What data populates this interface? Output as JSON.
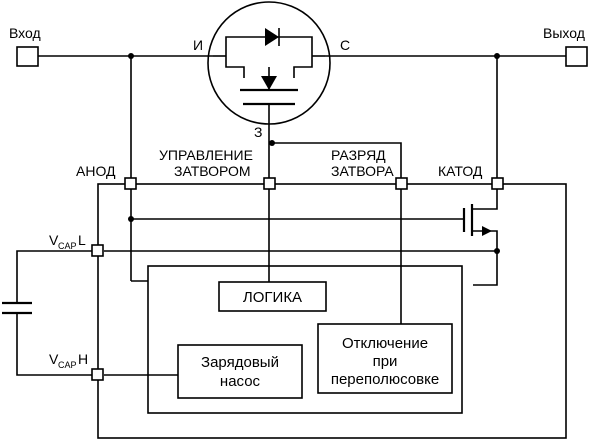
{
  "labels": {
    "input": "Вход",
    "output": "Выход",
    "source": "И",
    "drain": "С",
    "gate": "З",
    "anode": "АНОД",
    "gate_control_1": "УПРАВЛЕНИЕ",
    "gate_control_2": "ЗАТВОРОМ",
    "gate_discharge_1": "РАЗРЯД",
    "gate_discharge_2": "ЗАТВОРА",
    "cathode": "КАТОД",
    "vcap_l_main": "V",
    "vcap_l_sub": "CAP",
    "vcap_l_suffix": "L",
    "vcap_h_main": "V",
    "vcap_h_sub": "CAP",
    "vcap_h_suffix": "H",
    "logic": "ЛОГИКА",
    "charge_pump_1": "Зарядовый",
    "charge_pump_2": "насос",
    "reverse_1": "Отключение",
    "reverse_2": "при",
    "reverse_3": "переполюсовке"
  }
}
